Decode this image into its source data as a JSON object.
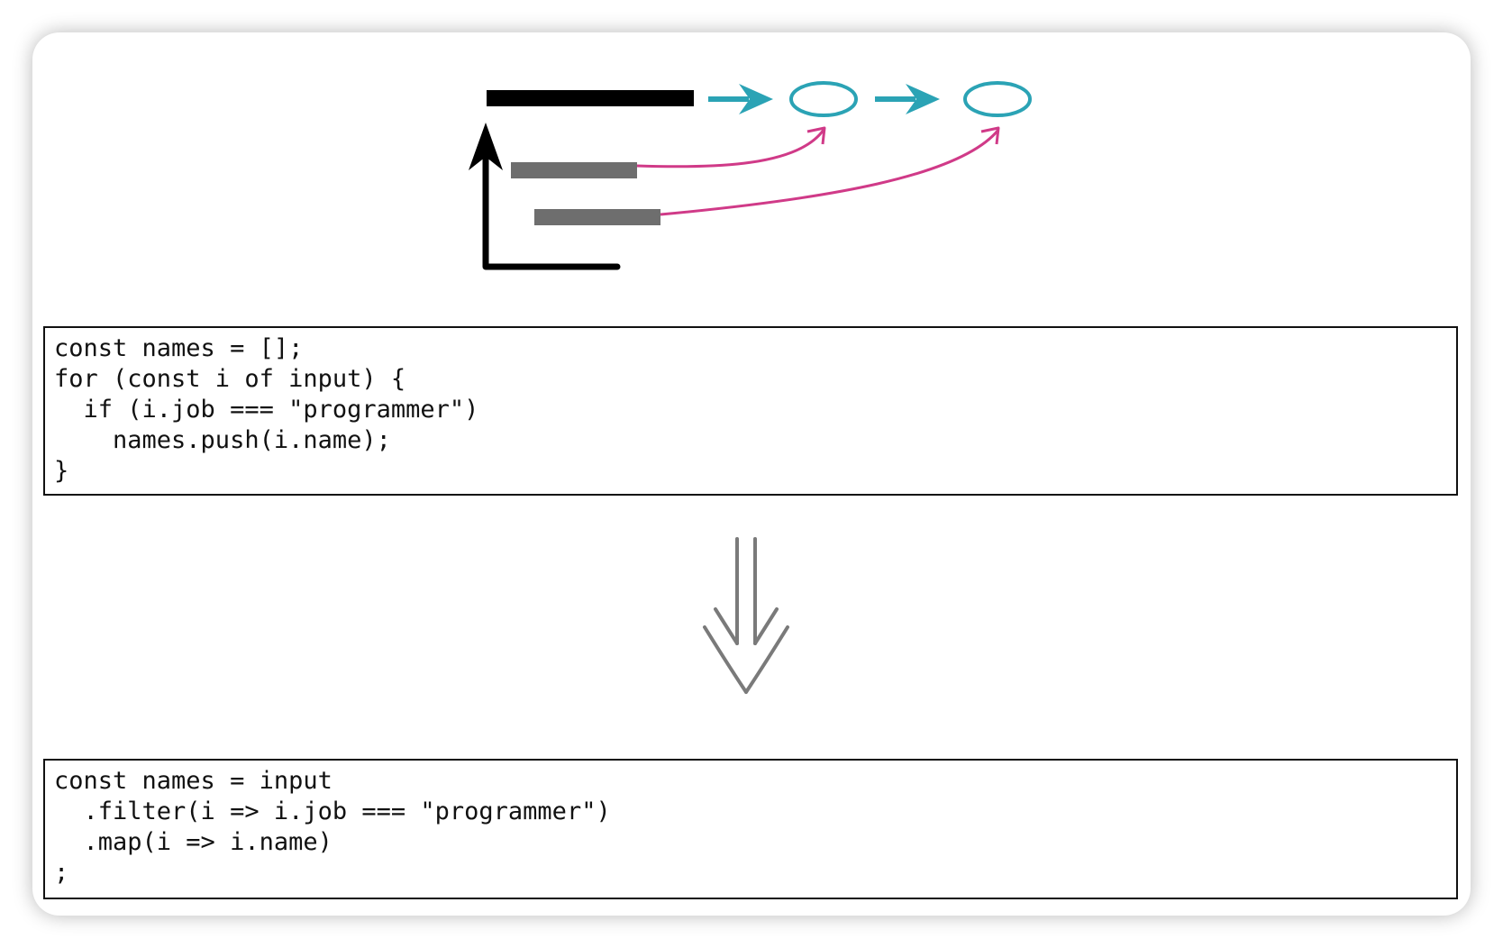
{
  "diagram": {
    "colors": {
      "loop": "#000000",
      "statement": "#6e6e6e",
      "pipeline": "#2ba3b5",
      "mapping": "#d03a88",
      "transform_arrow": "#7a7a7a"
    },
    "icons": [
      "loop-arrow-icon",
      "pipeline-arrow-icon",
      "mapping-arrow-icon",
      "double-down-arrow-icon"
    ]
  },
  "imperative_code": {
    "lines": [
      "const names = [];",
      "for (const i of input) {",
      "  if (i.job === \"programmer\")",
      "    names.push(i.name);",
      "}"
    ]
  },
  "functional_code": {
    "lines": [
      "const names = input",
      "  .filter(i => i.job === \"programmer\")",
      "  .map(i => i.name)",
      ";"
    ]
  }
}
